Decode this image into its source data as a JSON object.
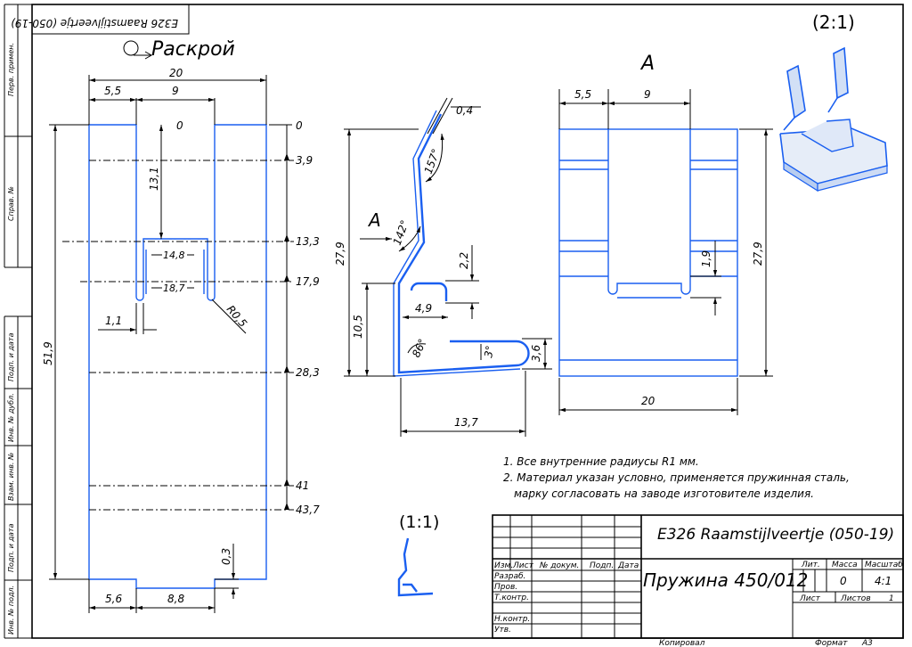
{
  "drawing": {
    "corner_stamp": "E326 Raamstijlveertje (050-19)",
    "view_blank": {
      "title": "Раскрой",
      "dim_total_width": "20",
      "dim_left_5_5": "5,5",
      "dim_slot_9": "9",
      "dim_height": "51,9",
      "dim_slot_depth": "13,1",
      "dim_slot_width": "1,1",
      "dim_bottom_left": "5,6",
      "dim_bottom_tab": "8,8",
      "dim_tab_height": "0,3",
      "radius": "R0,5",
      "inner_zero": "0",
      "inner_14_8": "14,8",
      "inner_18_7": "18,7",
      "ords": [
        "0",
        "3,9",
        "13,3",
        "17,9",
        "28,3",
        "41",
        "43,7"
      ]
    },
    "view_side": {
      "dim_thickness": "0,4",
      "dim_angle_157": "157°",
      "dim_angle_142": "142°",
      "dim_height": "27,9",
      "dim_lower_height": "10,5",
      "dim_2_2": "2,2",
      "dim_4_9": "4,9",
      "dim_angle_86": "86°",
      "dim_angle_3": "3°",
      "dim_3_6": "3,6",
      "dim_width": "13,7",
      "view_arrow_label": "A"
    },
    "view_a": {
      "title": "A",
      "dim_5_5": "5,5",
      "dim_9": "9",
      "dim_1_9": "1,9",
      "dim_height": "27,9",
      "dim_width": "20"
    },
    "scale_iso": "(2:1)",
    "scale_small": "(1:1)",
    "notes": [
      "1. Все внутренние радиусы R1 мм.",
      "2. Материал указан условно, применяется пружинная сталь,",
      "марку согласовать на заводе изготовителе изделия."
    ]
  },
  "left_strip": {
    "labels": [
      "Перв. примен.",
      "Справ. №",
      "Подп. и дата",
      "Инв. № дубл.",
      "Взам. инв. №",
      "Подп. и дата",
      "Инв. № подл."
    ]
  },
  "title_block": {
    "designation": "E326 Raamstijlveertje (050-19)",
    "name": "Пружина 450/012",
    "col_izm": "Изм.",
    "col_list": "Лист",
    "col_doc": "№ докум.",
    "col_sign": "Подп.",
    "col_date": "Дата",
    "row_razrab": "Разраб.",
    "row_prov": "Пров.",
    "row_tkontr": "Т.контр.",
    "row_nkontr": "Н.контр.",
    "row_utv": "Утв.",
    "lit": "Лит.",
    "massa": "Масса",
    "masshtab": "Масштаб",
    "massa_val": "0",
    "scale_val": "4:1",
    "list": "Лист",
    "listov": "Листов",
    "listov_val": "1",
    "kopiroval": "Копировал",
    "format": "Формат",
    "format_val": "A3"
  }
}
